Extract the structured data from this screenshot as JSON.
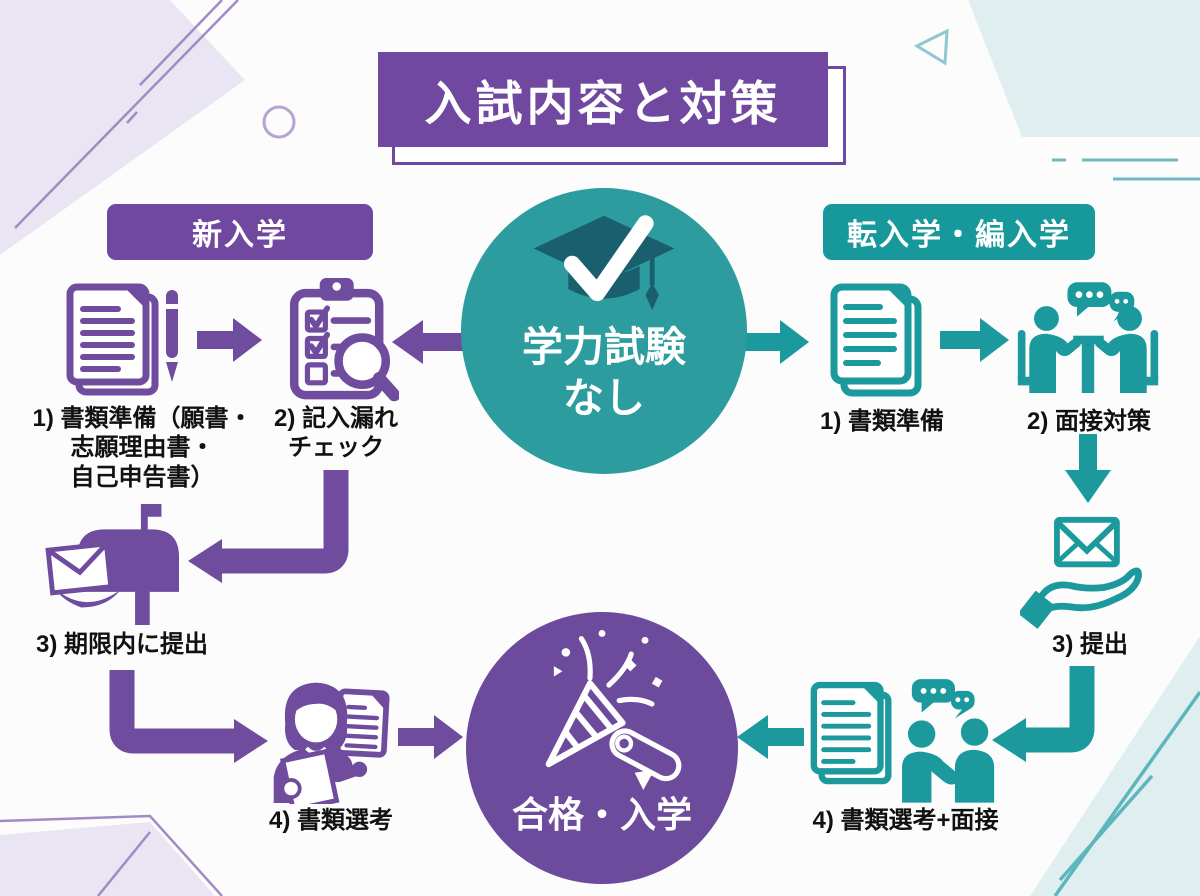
{
  "title": "入試内容と対策",
  "center_node": {
    "icon": "graduation-cap-check-icon",
    "lines": [
      "学力試験",
      "なし"
    ]
  },
  "goal_node": {
    "icon": "party-popper-diploma-icon",
    "label": "合格・入学"
  },
  "left_flow": {
    "header": "新入学",
    "steps": [
      {
        "icon": "documents-pen-icon",
        "lines": [
          "1) 書類準備（願書・",
          "志願理由書・",
          "自己申告書）"
        ]
      },
      {
        "icon": "checklist-magnifier-icon",
        "lines": [
          "2) 記入漏れ",
          "チェック"
        ]
      },
      {
        "icon": "mailbox-icon",
        "lines": [
          "3) 期限内に提出"
        ]
      },
      {
        "icon": "document-reviewer-icon",
        "lines": [
          "4) 書類選考"
        ]
      }
    ]
  },
  "right_flow": {
    "header": "転入学・編入学",
    "steps": [
      {
        "icon": "documents-icon",
        "lines": [
          "1) 書類準備"
        ]
      },
      {
        "icon": "interview-icon",
        "lines": [
          "2) 面接対策"
        ]
      },
      {
        "icon": "hand-envelope-icon",
        "lines": [
          "3) 提出"
        ]
      },
      {
        "icon": "documents-interview-icon",
        "lines": [
          "4) 書類選考+面接"
        ]
      }
    ]
  },
  "colors": {
    "purple": "#6F4C9E",
    "purple_box": "#7148A0",
    "teal": "#1B999C",
    "teal_box": "#17989B",
    "center_circle": "#2D9C9E",
    "goal_circle": "#6C4A9C",
    "cap_dark": "#1A5F6E",
    "text": "#111111",
    "lavender_tint": "#EAE5F2",
    "teal_tint": "#DFEFEF"
  }
}
